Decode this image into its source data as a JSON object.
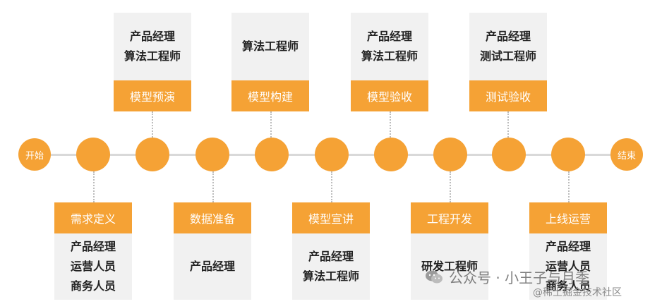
{
  "start_label": "开始",
  "end_label": "结束",
  "top_stages": [
    {
      "label": "模型预演",
      "roles": [
        "产品经理",
        "算法工程师"
      ]
    },
    {
      "label": "模型构建",
      "roles": [
        "算法工程师"
      ]
    },
    {
      "label": "模型验收",
      "roles": [
        "产品经理",
        "算法工程师"
      ]
    },
    {
      "label": "测试验收",
      "roles": [
        "产品经理",
        "测试工程师"
      ]
    }
  ],
  "bottom_stages": [
    {
      "label": "需求定义",
      "roles": [
        "产品经理",
        "运营人员",
        "商务人员"
      ]
    },
    {
      "label": "数据准备",
      "roles": [
        "产品经理"
      ]
    },
    {
      "label": "模型宣讲",
      "roles": [
        "产品经理",
        "算法工程师"
      ]
    },
    {
      "label": "工程开发",
      "roles": [
        "研发工程师"
      ]
    },
    {
      "label": "上线运营",
      "roles": [
        "产品经理",
        "运营人员",
        "商务人员"
      ]
    }
  ],
  "watermark": {
    "text": "公众号 · 小王子与月季",
    "icon": "wechat-icon"
  },
  "footer_mark": "@稀土掘金技术社区",
  "colors": {
    "accent": "#f5a235",
    "box_bg": "#f1f1f1",
    "line": "#d9d9d9"
  }
}
